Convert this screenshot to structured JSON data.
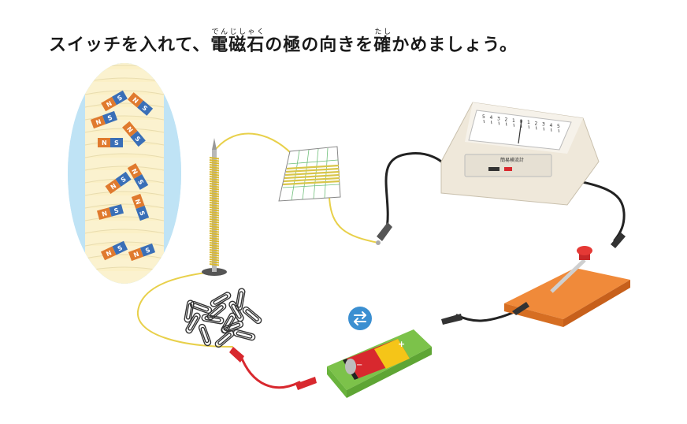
{
  "title": {
    "part1": "スイッチを入れて、",
    "ruby1_base": "電磁石",
    "ruby1_text": "でんじしゃく",
    "part2": "の極の向きを",
    "ruby2_base": "確",
    "ruby2_text": "たし",
    "part3": "かめましょう。"
  },
  "magnets": [
    {
      "n": "N",
      "s": "S"
    },
    {
      "n": "N",
      "s": "S"
    },
    {
      "n": "N",
      "s": "S"
    },
    {
      "n": "N",
      "s": "S"
    },
    {
      "n": "N",
      "s": "S"
    },
    {
      "n": "N",
      "s": "S"
    },
    {
      "n": "N",
      "s": "S"
    },
    {
      "n": "N",
      "s": "S"
    },
    {
      "n": "N",
      "s": "S"
    },
    {
      "n": "N",
      "s": "S"
    },
    {
      "n": "N",
      "s": "S"
    }
  ],
  "meter": {
    "scale": [
      "5",
      "4",
      "3",
      "2",
      "1",
      "0",
      "1",
      "2",
      "3",
      "4",
      "5"
    ],
    "name": "簡易検流計"
  },
  "battery": {
    "plus": "+",
    "minus": "−"
  },
  "colors": {
    "magnet_blue": "#3a6fb7",
    "magnet_orange": "#e07a2e",
    "coil_yellow": "#d9c64a",
    "switch_orange": "#f08a3a",
    "holder_green": "#7cc24a",
    "battery_red": "#d8282e",
    "battery_yellow": "#f5c518",
    "swap_button": "#3b8fd1",
    "lens_blue": "#bfe3f5"
  },
  "icons": {
    "swap_button": "swap-arrows-icon"
  }
}
